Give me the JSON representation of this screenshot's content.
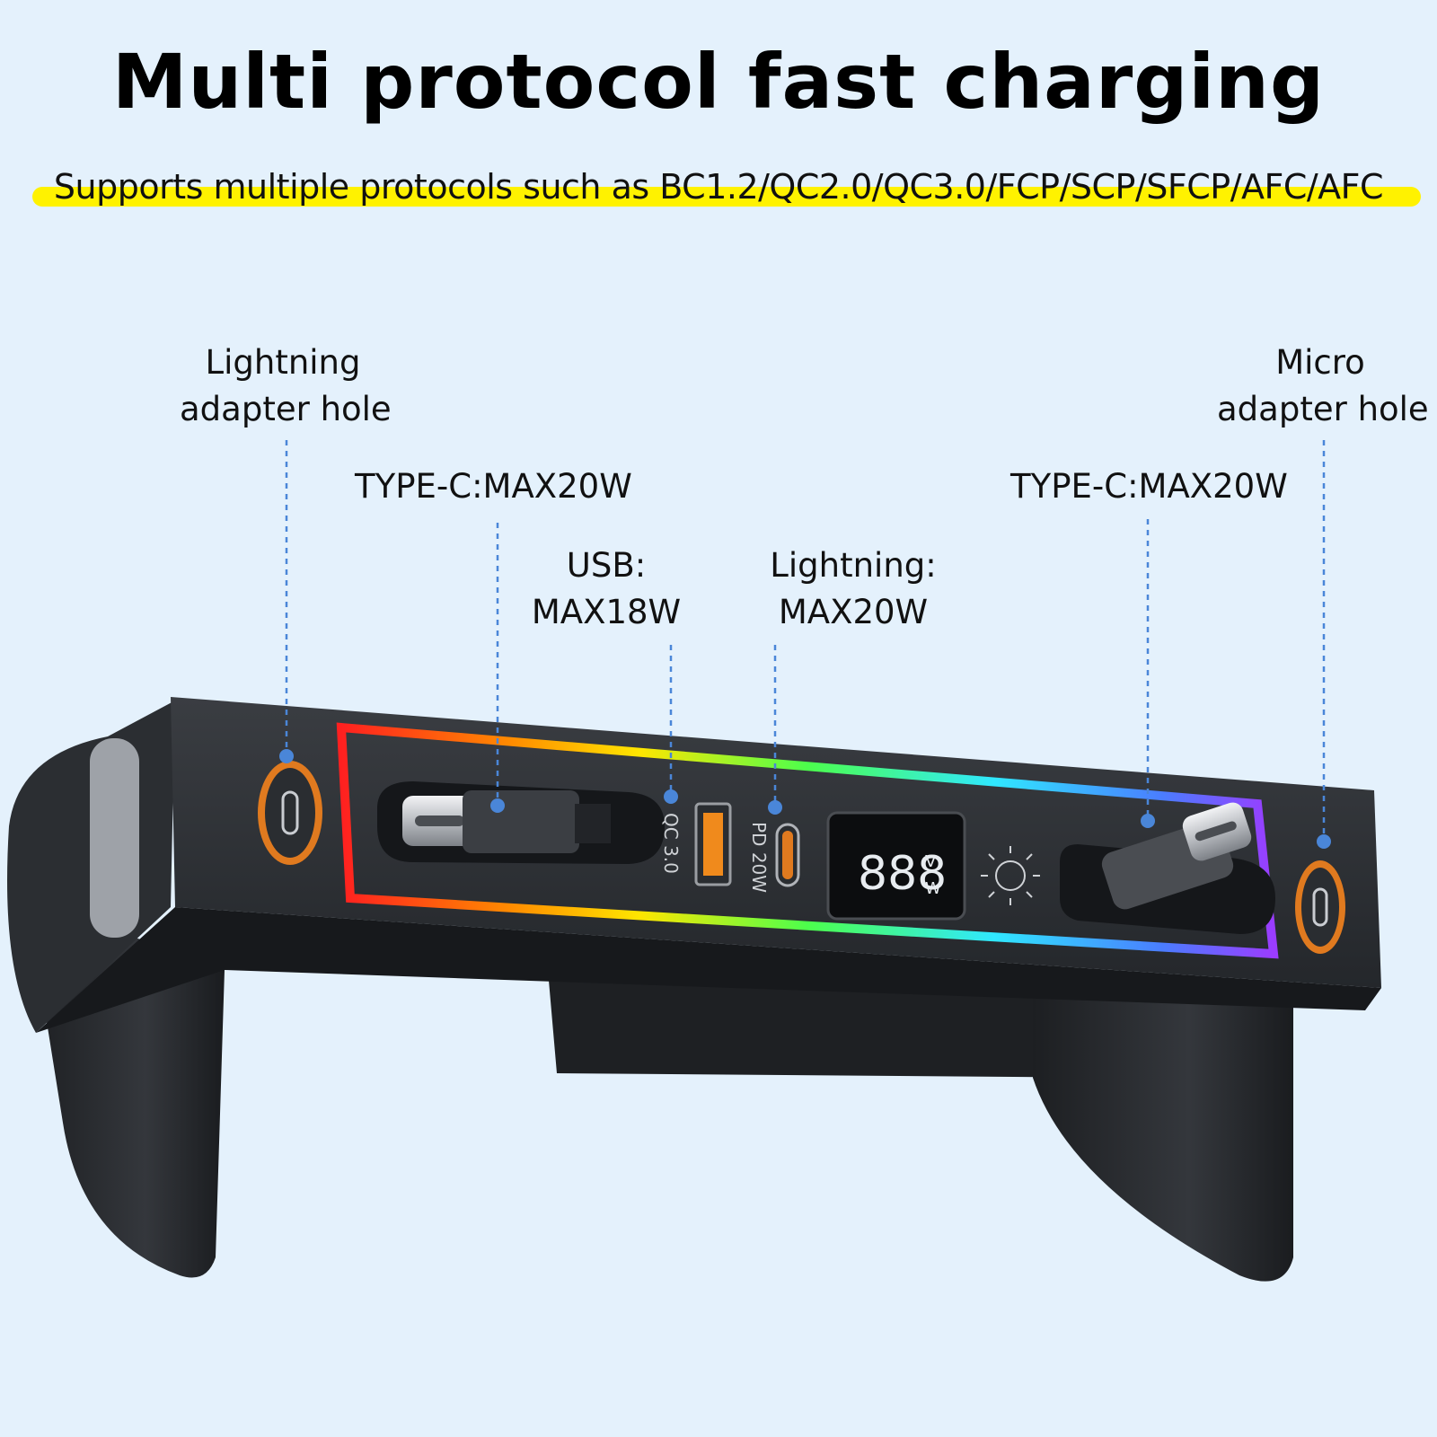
{
  "header": {
    "title": "Multi protocol fast charging",
    "subtitle": "Supports multiple protocols such as BC1.2/QC2.0/QC3.0/FCP/SCP/SFCP/AFC/AFC"
  },
  "callouts": {
    "lightning_hole": {
      "line1": "Lightning",
      "line2": "adapter hole"
    },
    "type_c_left": {
      "line1": "TYPE-C:MAX20W"
    },
    "usb": {
      "line1": "USB:",
      "line2": "MAX18W"
    },
    "lightning_port": {
      "line1": "Lightning:",
      "line2": "MAX20W"
    },
    "type_c_right": {
      "line1": "TYPE-C:MAX20W"
    },
    "micro_hole": {
      "line1": "Micro",
      "line2": "adapter hole"
    }
  },
  "device": {
    "usb_port_label": "QC 3.0",
    "pd_port_label": "PD 20W",
    "display_digits": "888",
    "display_unit_v": "V",
    "display_unit_w": "W",
    "brightness_icon": "sun-icon"
  },
  "colors": {
    "background": "#e4f1fc",
    "highlight": "#fff200",
    "callout_line": "#4a86d8",
    "device_body": "#2a2d31",
    "ring_accent": "#e07a1f"
  }
}
